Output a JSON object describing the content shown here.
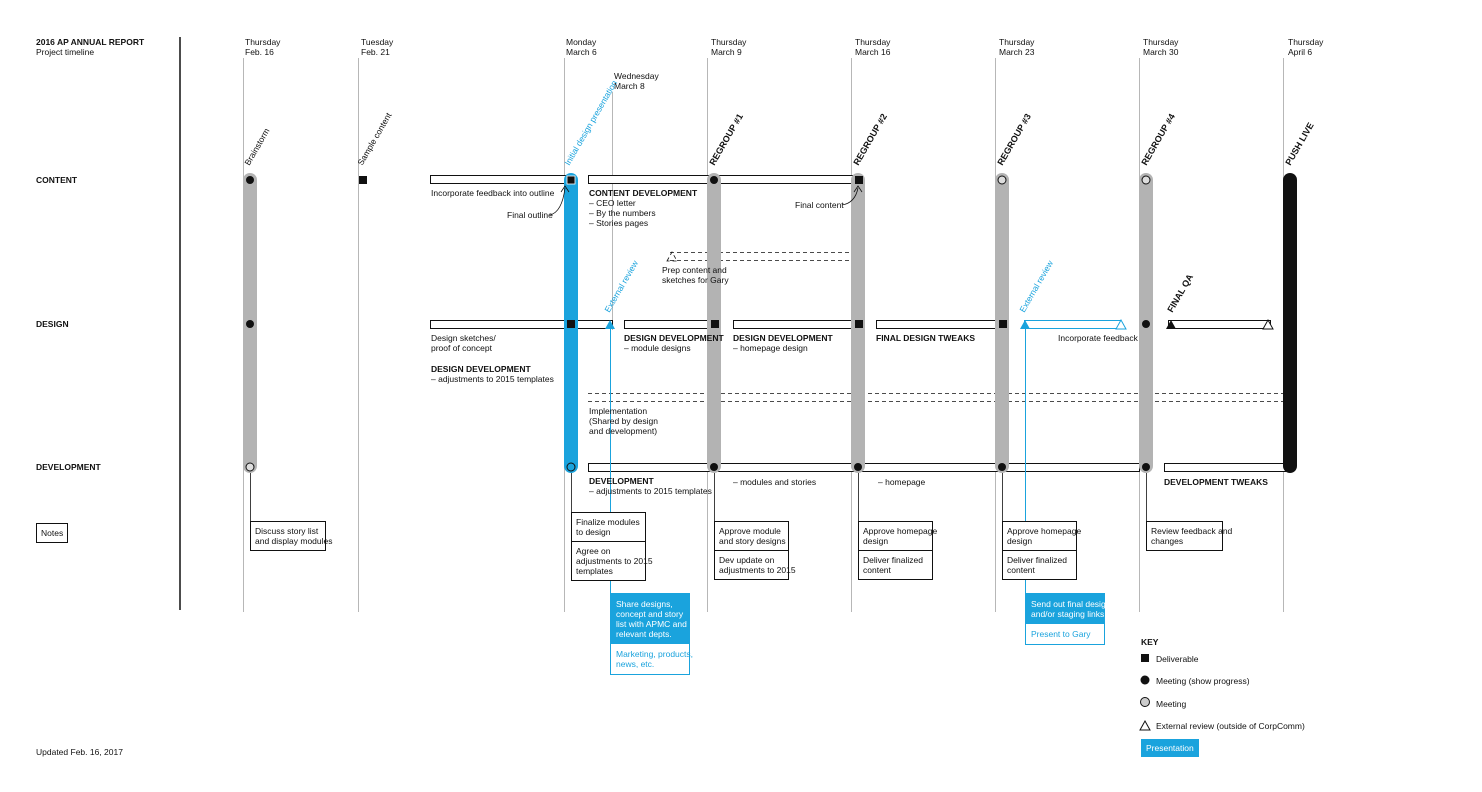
{
  "header": {
    "title": "2016 AP ANNUAL REPORT",
    "subtitle": "Project timeline"
  },
  "dates": [
    {
      "day": "Thursday",
      "date": "Feb. 16"
    },
    {
      "day": "Tuesday",
      "date": "Feb. 21"
    },
    {
      "day": "Monday",
      "date": "March 6"
    },
    {
      "day": "Thursday",
      "date": "March 9"
    },
    {
      "day": "Thursday",
      "date": "March 16"
    },
    {
      "day": "Thursday",
      "date": "March 23"
    },
    {
      "day": "Thursday",
      "date": "March 30"
    },
    {
      "day": "Thursday",
      "date": "April 6"
    }
  ],
  "wednesday": {
    "day": "Wednesday",
    "date": "March 8"
  },
  "rows": {
    "content": "CONTENT",
    "design": "DESIGN",
    "development": "DEVELOPMENT",
    "notes": "Notes"
  },
  "milestones": {
    "brainstorm": "Brainstorm",
    "sample_content": "Sample content",
    "initial_design": "Initial design presentation",
    "regroup1": "REGROUP #1",
    "regroup2": "REGROUP #2",
    "regroup3": "REGROUP #3",
    "regroup4": "REGROUP #4",
    "push_live": "PUSH LIVE",
    "external_review_1": "External review",
    "external_review_2": "External review",
    "final_qa": "FINAL QA"
  },
  "content_row": {
    "incorporate_feedback": "Incorporate feedback into outline",
    "final_outline": "Final outline",
    "content_dev_title": "CONTENT DEVELOPMENT",
    "content_dev_items": [
      "– CEO letter",
      "– By the numbers",
      "– Stories pages"
    ],
    "final_content": "Final content",
    "prep_content_1": "Prep content and",
    "prep_content_2": "sketches for Gary"
  },
  "design_row": {
    "sketches_1": "Design sketches/",
    "sketches_2": "proof of concept",
    "dd_title": "DESIGN DEVELOPMENT",
    "dd_sub": "– adjustments to 2015 templates",
    "dd2_title": "DESIGN DEVELOPMENT",
    "dd2_sub": "– module designs",
    "dd3_title": "DESIGN DEVELOPMENT",
    "dd3_sub": "– homepage design",
    "final_tweaks": "FINAL DESIGN TWEAKS",
    "incorporate_feedback": "Incorporate feedback",
    "impl_1": "Implementation",
    "impl_2": "(Shared by design",
    "impl_3": "and development)"
  },
  "dev_row": {
    "dev_title": "DEVELOPMENT",
    "dev_sub": "– adjustments to 2015 templates",
    "modules_stories": "– modules and stories",
    "homepage": "– homepage",
    "dev_tweaks": "DEVELOPMENT TWEAKS"
  },
  "notes": [
    [
      "Discuss story list\nand display modules"
    ],
    [
      "Finalize modules\nto design",
      "Agree on\nadjustments to 2015\ntemplates"
    ],
    [
      "Approve module\nand story designs",
      "Dev update on\nadjustments to 2015"
    ],
    [
      "Approve homepage\ndesign",
      "Deliver finalized\ncontent"
    ],
    [
      "Approve homepage\ndesign",
      "Deliver finalized\ncontent"
    ],
    [
      "Review feedback and\nchanges"
    ]
  ],
  "presentations": [
    {
      "main": "Share designs,\nconcept and story\nlist with APMC and\nrelevant depts.",
      "sub": "Marketing, products,\nnews, etc."
    },
    {
      "main": "Send out final designs\nand/or staging links",
      "sub": "Present to Gary"
    }
  ],
  "key": {
    "title": "KEY",
    "deliverable": "Deliverable",
    "meeting_progress": "Meeting (show progress)",
    "meeting": "Meeting",
    "external_review": "External review (outside of CorpComm)",
    "presentation": "Presentation"
  },
  "footer": {
    "updated": "Updated Feb. 16, 2017"
  },
  "colors": {
    "accent": "#1aa3dd",
    "meeting_bar": "#b3b3b3",
    "ink": "#111111"
  }
}
